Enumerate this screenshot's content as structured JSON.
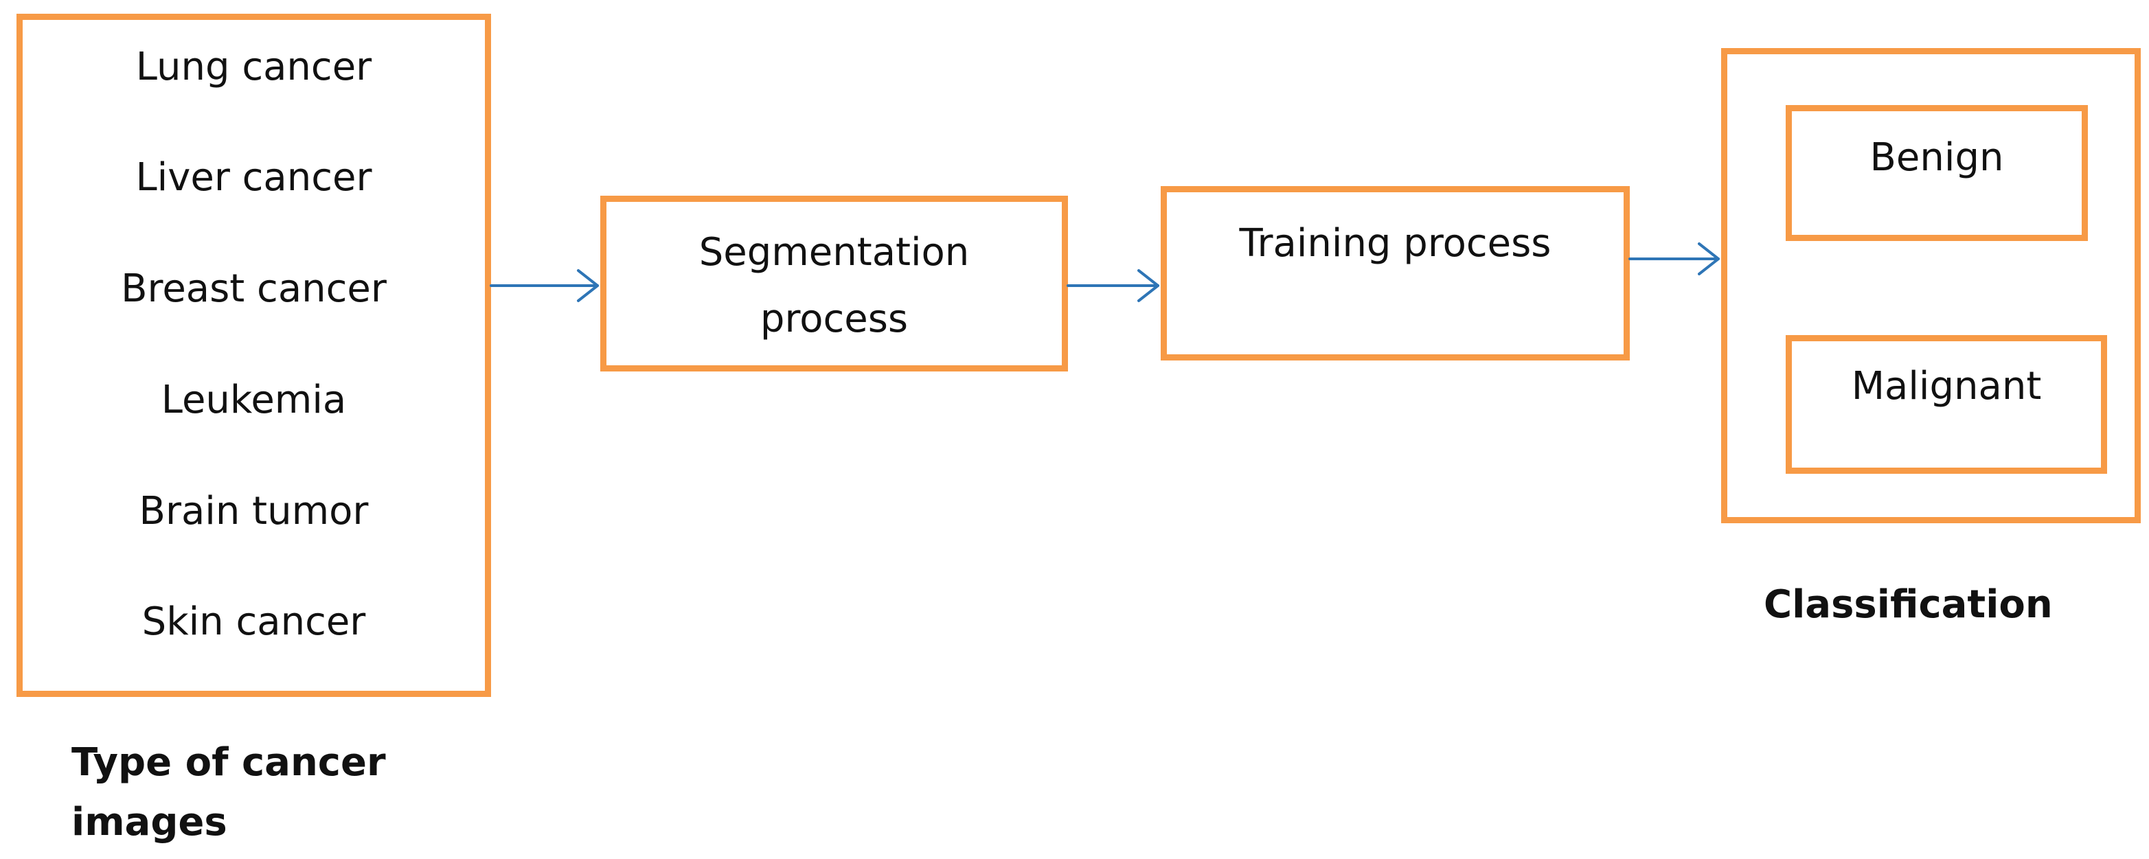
{
  "cancer_types": {
    "items": [
      "Lung cancer",
      "Liver cancer",
      "Breast cancer",
      "Leukemia",
      "Brain tumor",
      "Skin cancer"
    ],
    "caption_line1": "Type of cancer",
    "caption_line2": "images"
  },
  "segmentation": {
    "line1": "Segmentation",
    "line2": "process"
  },
  "training": {
    "label": "Training process"
  },
  "classification": {
    "benign": "Benign",
    "malignant": "Malignant",
    "caption": "Classification"
  },
  "colors": {
    "box_border": "#F79A46",
    "arrow": "#2E75B6"
  }
}
